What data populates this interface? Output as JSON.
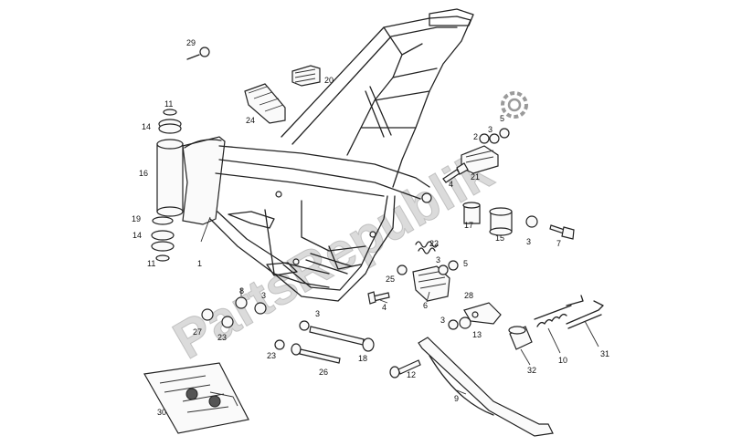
{
  "watermark": {
    "text": "PartsRepublik"
  },
  "labels": [
    {
      "id": "29",
      "text": "29"
    },
    {
      "id": "20",
      "text": "20"
    },
    {
      "id": "24",
      "text": "24"
    },
    {
      "id": "11a",
      "text": "11"
    },
    {
      "id": "14a",
      "text": "14"
    },
    {
      "id": "16",
      "text": "16"
    },
    {
      "id": "19",
      "text": "19"
    },
    {
      "id": "14b",
      "text": "14"
    },
    {
      "id": "11b",
      "text": "11"
    },
    {
      "id": "1",
      "text": "1"
    },
    {
      "id": "3a",
      "text": "3"
    },
    {
      "id": "5a",
      "text": "5"
    },
    {
      "id": "2",
      "text": "2"
    },
    {
      "id": "21",
      "text": "21"
    },
    {
      "id": "4a",
      "text": "4"
    },
    {
      "id": "17",
      "text": "17"
    },
    {
      "id": "15",
      "text": "15"
    },
    {
      "id": "3b",
      "text": "3"
    },
    {
      "id": "7",
      "text": "7"
    },
    {
      "id": "22",
      "text": "22"
    },
    {
      "id": "3c",
      "text": "3"
    },
    {
      "id": "5b",
      "text": "5"
    },
    {
      "id": "25",
      "text": "25"
    },
    {
      "id": "6",
      "text": "6"
    },
    {
      "id": "4b",
      "text": "4"
    },
    {
      "id": "8",
      "text": "8"
    },
    {
      "id": "3d",
      "text": "3"
    },
    {
      "id": "27",
      "text": "27"
    },
    {
      "id": "23a",
      "text": "23"
    },
    {
      "id": "3e",
      "text": "3"
    },
    {
      "id": "28",
      "text": "28"
    },
    {
      "id": "3f",
      "text": "3"
    },
    {
      "id": "13",
      "text": "13"
    },
    {
      "id": "23b",
      "text": "23"
    },
    {
      "id": "26",
      "text": "26"
    },
    {
      "id": "18",
      "text": "18"
    },
    {
      "id": "12",
      "text": "12"
    },
    {
      "id": "9",
      "text": "9"
    },
    {
      "id": "32",
      "text": "32"
    },
    {
      "id": "10",
      "text": "10"
    },
    {
      "id": "31",
      "text": "31"
    },
    {
      "id": "30",
      "text": "30"
    }
  ]
}
